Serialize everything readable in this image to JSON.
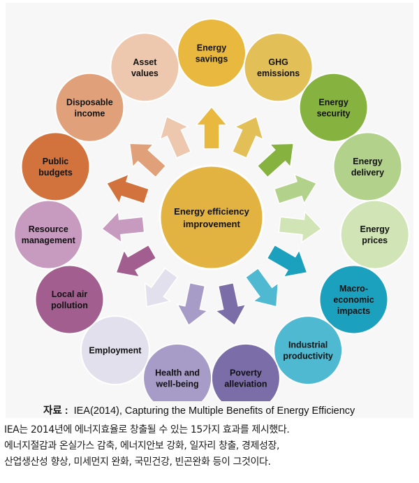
{
  "center_label": [
    "Energy efficiency",
    "improvement"
  ],
  "colors": {
    "center": "#E2B340",
    "center_stroke": "#ffffff"
  },
  "benefits": [
    {
      "lines": [
        "Energy",
        "savings"
      ],
      "color": "#E8B93E",
      "arrow": "#E8B93E",
      "text": "#111111"
    },
    {
      "lines": [
        "GHG",
        "emissions"
      ],
      "color": "#E3BF58",
      "arrow": "#E3BF58",
      "text": "#111111"
    },
    {
      "lines": [
        "Energy",
        "security"
      ],
      "color": "#86B33F",
      "arrow": "#86B33F",
      "text": "#111111"
    },
    {
      "lines": [
        "Energy",
        "delivery"
      ],
      "color": "#B2D28C",
      "arrow": "#B2D28C",
      "text": "#111111"
    },
    {
      "lines": [
        "Energy",
        "prices"
      ],
      "color": "#D0E4B6",
      "arrow": "#D0E4B6",
      "text": "#111111"
    },
    {
      "lines": [
        "Macro-",
        "economic",
        "impacts"
      ],
      "color": "#1BA0BE",
      "arrow": "#1BA0BE",
      "text": "#111111"
    },
    {
      "lines": [
        "Industrial",
        "productivity"
      ],
      "color": "#4EB9D1",
      "arrow": "#4EB9D1",
      "text": "#111111"
    },
    {
      "lines": [
        "Poverty",
        "alleviation"
      ],
      "color": "#7A6DA8",
      "arrow": "#7A6DA8",
      "text": "#111111"
    },
    {
      "lines": [
        "Health and",
        "well-being"
      ],
      "color": "#A79CC8",
      "arrow": "#A79CC8",
      "text": "#111111"
    },
    {
      "lines": [
        "Employment"
      ],
      "color": "#E1E0EC",
      "arrow": "#E1E0EC",
      "text": "#111111"
    },
    {
      "lines": [
        "Local air",
        "pollution"
      ],
      "color": "#A15E8E",
      "arrow": "#A15E8E",
      "text": "#111111"
    },
    {
      "lines": [
        "Resource",
        "management"
      ],
      "color": "#C79BBF",
      "arrow": "#C79BBF",
      "text": "#111111"
    },
    {
      "lines": [
        "Public",
        "budgets"
      ],
      "color": "#D2733D",
      "arrow": "#D2733D",
      "text": "#111111"
    },
    {
      "lines": [
        "Disposable",
        "income"
      ],
      "color": "#DFA07A",
      "arrow": "#DFA07A",
      "text": "#111111"
    },
    {
      "lines": [
        "Asset",
        "values"
      ],
      "color": "#EDC8AE",
      "arrow": "#EDC8AE",
      "text": "#111111"
    }
  ],
  "source": {
    "label": "자료 :",
    "text": "IEA(2014), Capturing the Multiple Benefits of Energy Efficiency"
  },
  "caption": [
    "IEA는 2014년에 에너지효율로 창출될 수 있는 15가지 효과를 제시했다.",
    "에너지절감과 온실가스 감축, 에너지안보 강화, 일자리 창출, 경제성장,",
    "산업생산성 향상, 미세먼지 완화, 국민건강, 빈곤완화 등이 그것이다."
  ]
}
